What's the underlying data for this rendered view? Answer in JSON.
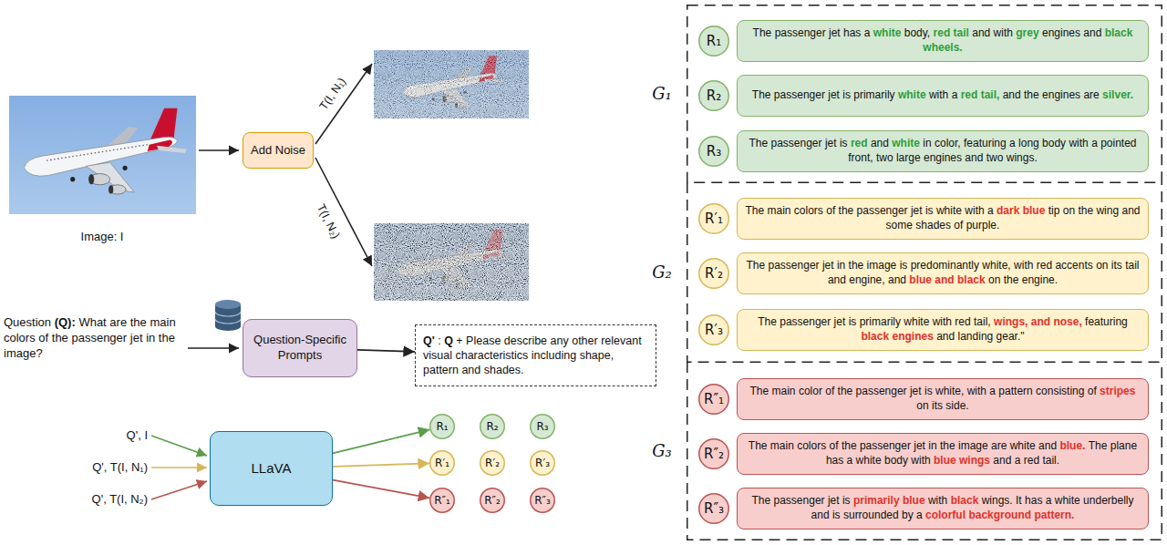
{
  "diagram": {
    "nodes": [
      {
        "text": [
          "Add Noise"
        ]
      },
      {
        "text": [
          "Question-Specific Prompts"
        ]
      },
      {
        "text": [
          "Q' : Q + Please describe any other relevant visual characteristics including shape, pattern and shades."
        ]
      },
      {
        "text": [
          "LLaVA"
        ]
      },
      {
        "text": [
          "R₁"
        ]
      },
      {
        "text": [
          "R₂"
        ]
      },
      {
        "text": [
          "R₃"
        ]
      },
      {
        "text": [
          "R′₁"
        ]
      },
      {
        "text": [
          "R′₂"
        ]
      },
      {
        "text": [
          "R′₃"
        ]
      },
      {
        "text": [
          "R″₁"
        ]
      },
      {
        "text": [
          "R″₂"
        ]
      },
      {
        "text": [
          "R″₃"
        ]
      },
      {
        "text": [
          "G₁"
        ]
      },
      {
        "text": [
          "R₁"
        ],
        "in": 13
      },
      {
        "text": [
          "The passenger jet has a white body, red tail and with grey engines and black wheels."
        ],
        "in": 13
      },
      {
        "text": [
          "R₂"
        ],
        "in": 13
      },
      {
        "text": [
          "The passenger jet is primarily white with a red tail, and the engines are silver."
        ],
        "in": 13
      },
      {
        "text": [
          "R₃"
        ],
        "in": 13
      },
      {
        "text": [
          "The passenger jet is red and white in color, featuring a long body with a pointed front, two large engines and two wings."
        ],
        "in": 13
      },
      {
        "text": [
          "G₂"
        ]
      },
      {
        "text": [
          "R′₁"
        ],
        "in": 20
      },
      {
        "text": [
          "The main colors of the passenger jet is white with a dark blue tip on the wing and some shades of purple."
        ],
        "in": 20
      },
      {
        "text": [
          "R′₂"
        ],
        "in": 20
      },
      {
        "text": [
          "The passenger jet in the image is predominantly white, with red accents on its tail and engine, and blue and black on the engine."
        ],
        "in": 20
      },
      {
        "text": [
          "R′₃"
        ],
        "in": 20
      },
      {
        "text": [
          "The passenger jet is primarily white with red tail, wings, and nose, featuring black engines and landing gear.\""
        ],
        "in": 20
      },
      {
        "text": [
          "G₃"
        ]
      },
      {
        "text": [
          "R″₁"
        ],
        "in": 27
      },
      {
        "text": [
          "The main color of the passenger jet is white, with a pattern consisting of stripes on its side."
        ],
        "in": 27
      },
      {
        "text": [
          "R″₂"
        ],
        "in": 27
      },
      {
        "text": [
          "The main colors of the passenger jet in the image are white and blue. The plane has a white body with blue wings and a red tail."
        ],
        "in": 27
      },
      {
        "text": [
          "R″₃"
        ],
        "in": 27
      },
      {
        "text": [
          "The passenger jet is primarily blue with black wings. It has a white underbelly and is surrounded by a colorful background pattern."
        ],
        "in": 27
      }
    ],
    "edges": [
      {
        "from": 1,
        "to": 2,
        "arrow": "to"
      },
      {
        "from": 3,
        "to": 4,
        "arrow": "to"
      },
      {
        "from": 3,
        "to": 7,
        "arrow": "to"
      },
      {
        "from": 3,
        "to": 10,
        "arrow": "to"
      }
    ],
    "labels": [
      "Image: I",
      "T(I, N₁)",
      "T(I, N₂)",
      "Question (Q): What are the main colors of the passenger jet in the image?",
      "Q', I",
      "Q', T(I, N₁)",
      "Q', T(I, N₂)"
    ]
  }
}
